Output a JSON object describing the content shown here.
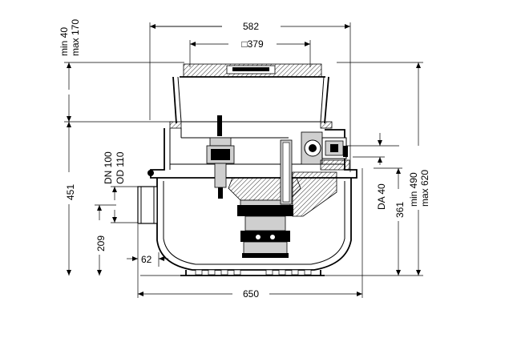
{
  "dimensions": {
    "top_width": "582",
    "cover_size": "□379",
    "min_top": "min 40",
    "max_top": "max 170",
    "height_451": "451",
    "dn": "DN 100",
    "od": "OD 110",
    "height_209": "209",
    "inlet_62": "62",
    "bottom_width": "650",
    "da": "DA 40",
    "height_361": "361",
    "min_right": "min 490",
    "max_right": "max 620"
  }
}
